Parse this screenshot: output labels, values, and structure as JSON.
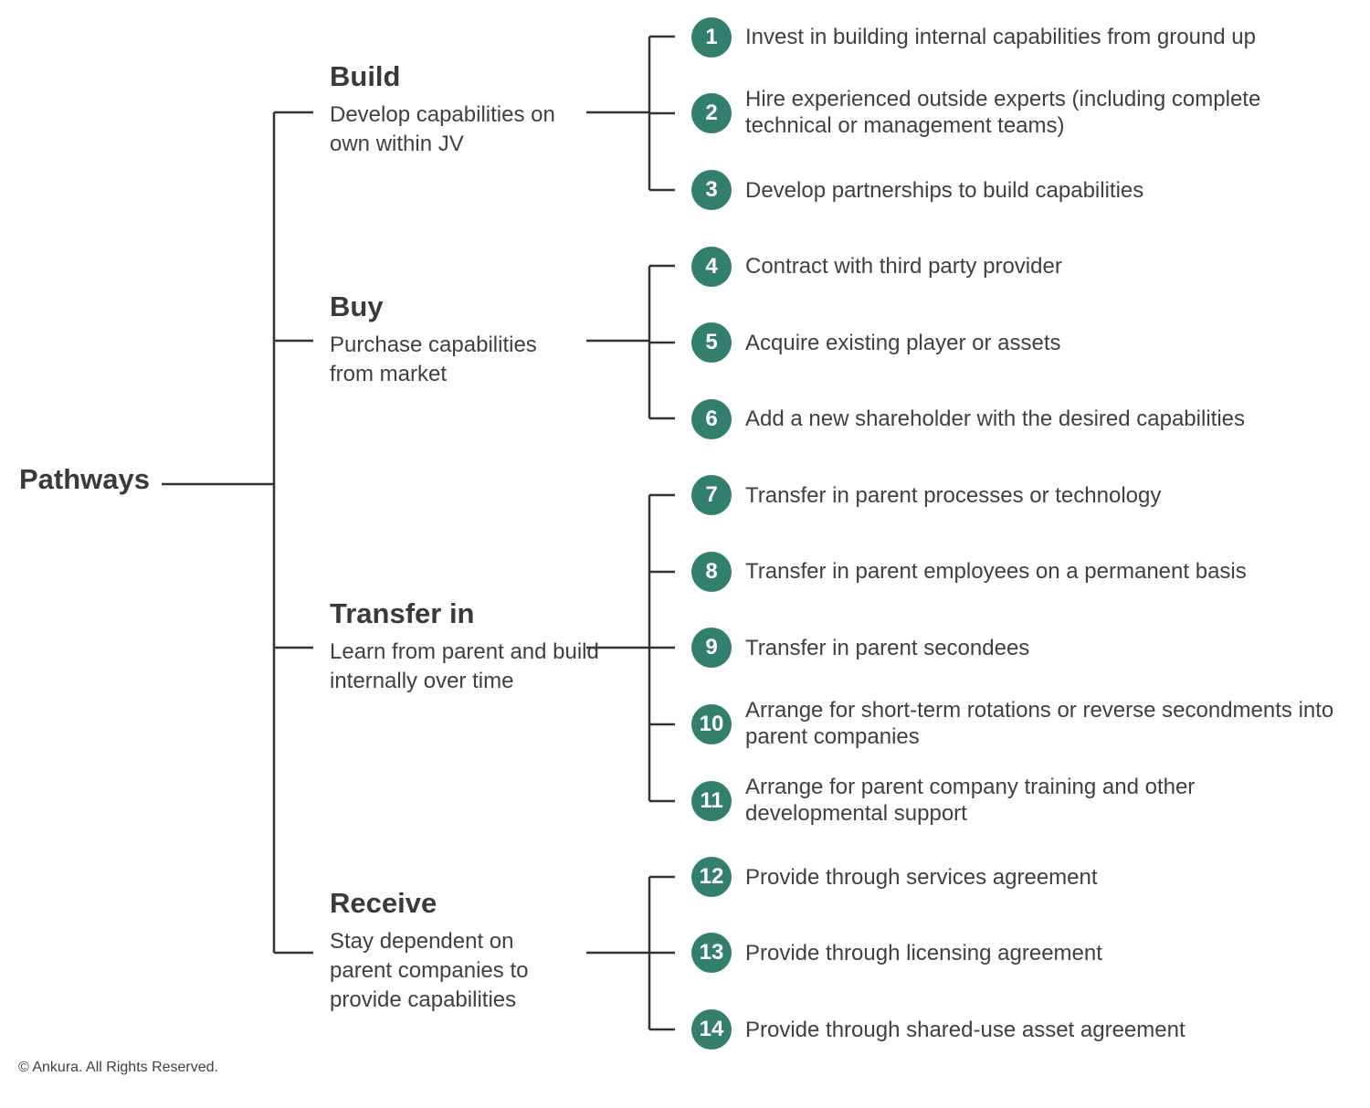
{
  "root_label": "Pathways",
  "accent_color": "#337f6d",
  "line_color": "#333333",
  "categories": [
    {
      "title": "Build",
      "description": "Develop capabilities on own within JV",
      "items": [
        {
          "number": "1",
          "text": "Invest in building internal capabilities from ground up"
        },
        {
          "number": "2",
          "text": "Hire experienced outside experts (including complete technical or management teams)"
        },
        {
          "number": "3",
          "text": "Develop partnerships to build capabilities"
        }
      ]
    },
    {
      "title": "Buy",
      "description": "Purchase capabilities from market",
      "items": [
        {
          "number": "4",
          "text": "Contract with third party provider"
        },
        {
          "number": "5",
          "text": "Acquire existing player or assets"
        },
        {
          "number": "6",
          "text": "Add a new shareholder with the desired capabilities"
        }
      ]
    },
    {
      "title": "Transfer in",
      "description": "Learn from parent and build internally over time",
      "items": [
        {
          "number": "7",
          "text": "Transfer in parent processes or technology"
        },
        {
          "number": "8",
          "text": "Transfer in parent employees on a permanent basis"
        },
        {
          "number": "9",
          "text": "Transfer in parent secondees"
        },
        {
          "number": "10",
          "text": "Arrange for short-term rotations or reverse secondments into parent companies"
        },
        {
          "number": "11",
          "text": "Arrange for parent company training and other developmental support"
        }
      ]
    },
    {
      "title": "Receive",
      "description": "Stay dependent on parent companies to provide capabilities",
      "items": [
        {
          "number": "12",
          "text": "Provide through services agreement"
        },
        {
          "number": "13",
          "text": "Provide through licensing agreement"
        },
        {
          "number": "14",
          "text": "Provide through shared-use asset agreement"
        }
      ]
    }
  ],
  "footer": "© Ankura. All Rights Reserved."
}
